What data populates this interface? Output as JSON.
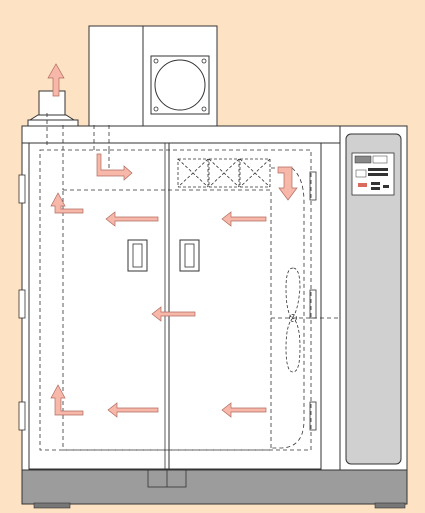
{
  "diagram": {
    "type": "airflow-schematic",
    "subject": "cabinet-oven",
    "components": {
      "exhaust_vent": {
        "icon": "exhaust-arrow-icon"
      },
      "blower_housing": {
        "icon": "fan-icon",
        "mounting_bolts": 4
      },
      "cabinet": {
        "doors": 2,
        "door_handles": 2,
        "side_hinges": 6
      },
      "filter_bank": {
        "filters": 3,
        "icon": "filter-icon"
      },
      "circulation_fan": {
        "icon": "propeller-icon"
      },
      "control_panel": {
        "icon": "control-panel-icon"
      },
      "base": {
        "feet": 2
      }
    },
    "airflow": {
      "leftward_arrows": 5,
      "upward_arrows": 3,
      "downward_arrows": 2,
      "arrow_icon": "airflow-arrow-icon"
    },
    "colors": {
      "background": "#fde3c3",
      "cabinet_fill": "#ffffff",
      "outline": "#333333",
      "panel_fill": "#d0d0d0",
      "base_fill": "#9c9c9c",
      "arrow_fill": "#f7b7a9",
      "arrow_stroke": "#b06c60",
      "control_accent": "#d96a5c"
    }
  }
}
